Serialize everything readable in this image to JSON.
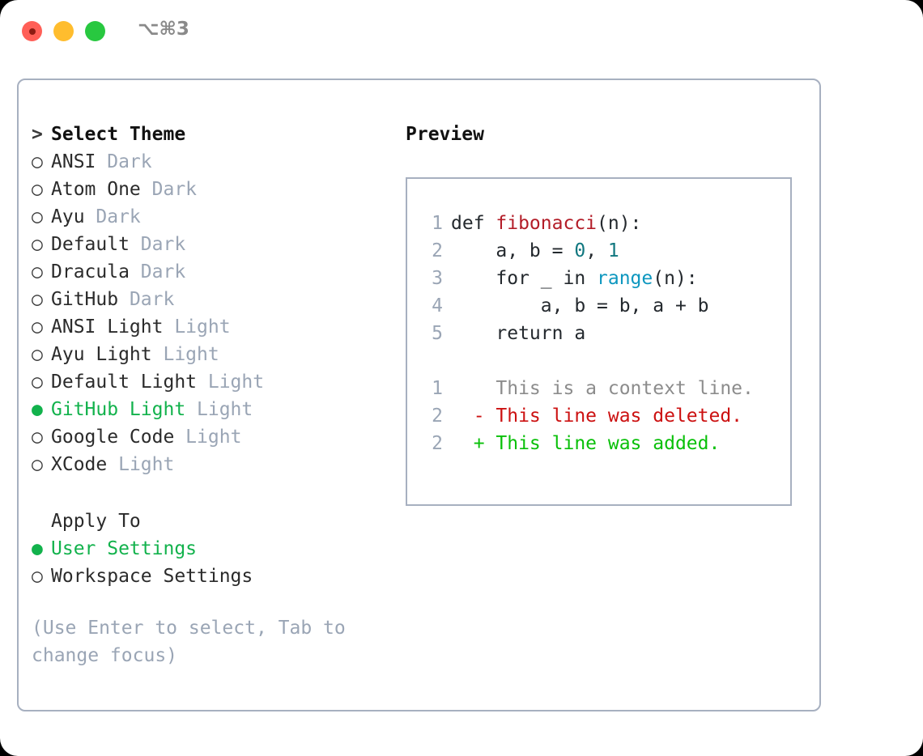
{
  "titlebar": {
    "shortcut": "⌥⌘3",
    "buttons": [
      {
        "name": "close",
        "color": "#ff5f57"
      },
      {
        "name": "minimize",
        "color": "#ffbd2e"
      },
      {
        "name": "zoom",
        "color": "#28c840"
      }
    ]
  },
  "colors": {
    "selected_green": "#12b24c",
    "muted": "#9aa5b5",
    "border": "#a7b0c0",
    "text": "#2b2b2b",
    "diff_add": "#09c009",
    "diff_del": "#cc1111",
    "diff_ctx": "#8c8c8c",
    "syntax_function": "#b31d28",
    "syntax_number": "#10777f",
    "syntax_call": "#0d97bf"
  },
  "theme_list": {
    "heading": "Select Theme",
    "heading_prefix": ">",
    "bullet_unselected": "○",
    "bullet_selected": "●",
    "items": [
      {
        "name": "ANSI",
        "variant": "Dark",
        "selected": false
      },
      {
        "name": "Atom One",
        "variant": "Dark",
        "selected": false
      },
      {
        "name": "Ayu",
        "variant": "Dark",
        "selected": false
      },
      {
        "name": "Default",
        "variant": "Dark",
        "selected": false
      },
      {
        "name": "Dracula",
        "variant": "Dark",
        "selected": false
      },
      {
        "name": "GitHub",
        "variant": "Dark",
        "selected": false
      },
      {
        "name": "ANSI Light",
        "variant": "Light",
        "selected": false
      },
      {
        "name": "Ayu Light",
        "variant": "Light",
        "selected": false
      },
      {
        "name": "Default Light",
        "variant": "Light",
        "selected": false
      },
      {
        "name": "GitHub Light",
        "variant": "Light",
        "selected": true
      },
      {
        "name": "Google Code",
        "variant": "Light",
        "selected": false
      },
      {
        "name": "XCode",
        "variant": "Light",
        "selected": false
      }
    ]
  },
  "apply_to": {
    "heading": "Apply To",
    "items": [
      {
        "name": "User Settings",
        "selected": true
      },
      {
        "name": "Workspace Settings",
        "selected": false
      }
    ]
  },
  "hint": "(Use Enter to select, Tab to change focus)",
  "preview": {
    "title": "Preview",
    "code_lines": [
      {
        "num": "1",
        "indent": "",
        "tokens": [
          {
            "t": "def ",
            "c": "plain"
          },
          {
            "t": "fibonacci",
            "c": "fn"
          },
          {
            "t": "(n):",
            "c": "plain"
          }
        ]
      },
      {
        "num": "2",
        "indent": "    ",
        "tokens": [
          {
            "t": "a, b = ",
            "c": "plain"
          },
          {
            "t": "0",
            "c": "num"
          },
          {
            "t": ", ",
            "c": "plain"
          },
          {
            "t": "1",
            "c": "num"
          }
        ]
      },
      {
        "num": "3",
        "indent": "    ",
        "tokens": [
          {
            "t": "for _ in ",
            "c": "plain"
          },
          {
            "t": "range",
            "c": "call"
          },
          {
            "t": "(n):",
            "c": "plain"
          }
        ]
      },
      {
        "num": "4",
        "indent": "        ",
        "tokens": [
          {
            "t": "a, b = b, a + b",
            "c": "plain"
          }
        ]
      },
      {
        "num": "5",
        "indent": "    ",
        "tokens": [
          {
            "t": "return a",
            "c": "plain"
          }
        ]
      }
    ],
    "diff_lines": [
      {
        "num": "1",
        "marker": " ",
        "text": "This is a context line.",
        "kind": "ctx"
      },
      {
        "num": "2",
        "marker": "-",
        "text": "This line was deleted.",
        "kind": "del"
      },
      {
        "num": "2",
        "marker": "+",
        "text": "This line was added.",
        "kind": "add"
      }
    ]
  }
}
